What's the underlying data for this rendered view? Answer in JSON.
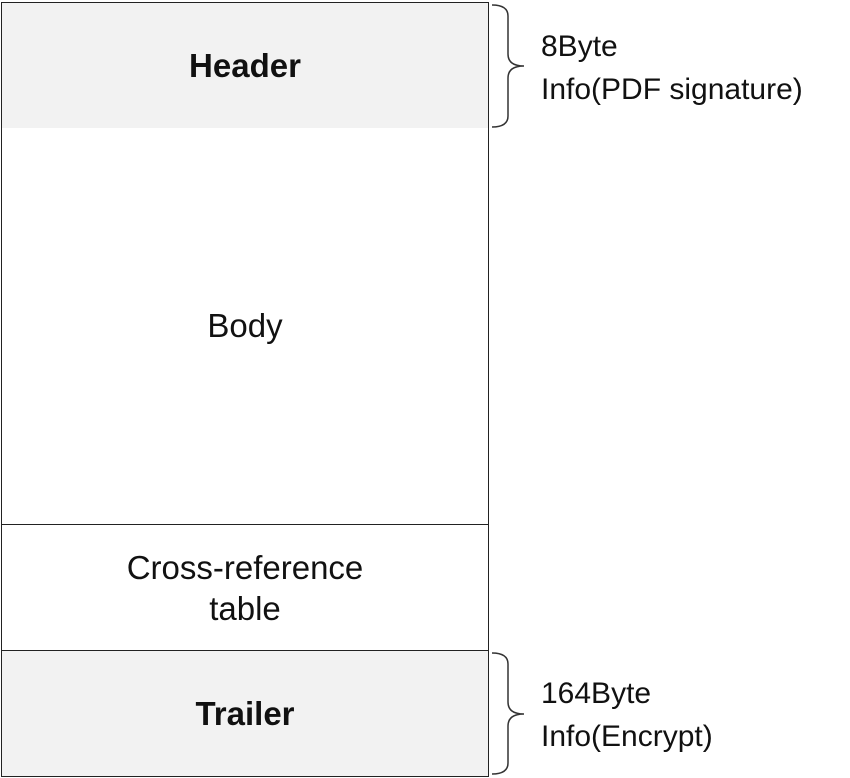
{
  "blocks": {
    "header": {
      "label": "Header"
    },
    "body": {
      "label": "Body"
    },
    "xref": {
      "line1": "Cross-reference",
      "line2": "table"
    },
    "trailer": {
      "label": "Trailer"
    }
  },
  "annotations": {
    "header": {
      "size": "8Byte",
      "info": "Info(PDF signature)"
    },
    "trailer": {
      "size": "164Byte",
      "info": "Info(Encrypt)"
    }
  },
  "colors": {
    "shaded_fill": "#f2f2f2",
    "border": "#222222"
  }
}
